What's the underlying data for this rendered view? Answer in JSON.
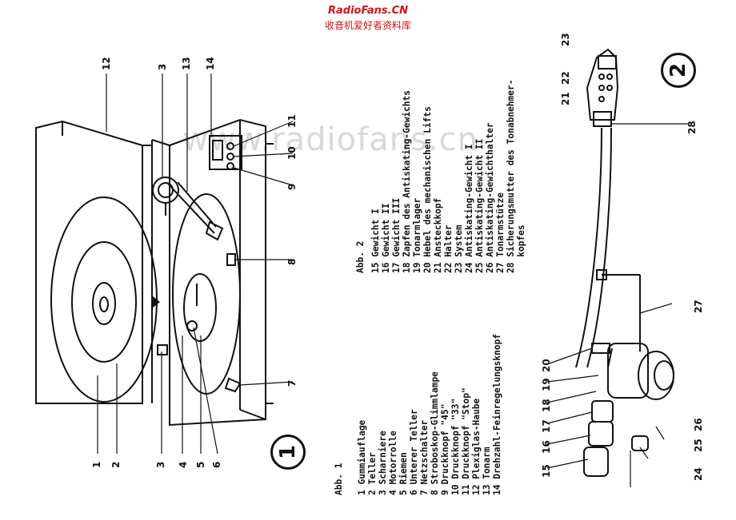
{
  "header": {
    "site": "RadioFans.CN",
    "subtitle": "收音机爱好者资料库"
  },
  "watermark": "www.radiofans.cn",
  "fig1": {
    "circle": "1",
    "legend_title": "Abb. 1",
    "legend": [
      "1 Gummiauflage",
      "2 Teller",
      "3 Scharniere",
      "4 Motorrolle",
      "5 Riemen",
      "6 Unterer Teller",
      "7 Netzschalter",
      "8 Stroboskop-Glimmlampe",
      "9 Druckknopf \"45\"",
      "10 Druckknopf \"33\"",
      "11 Druckknopf \"Stop\"",
      "12 Plexiglas-Haube",
      "13 Tonarm",
      "14 Drehzahl-Feinregelungsknopf"
    ],
    "callouts": [
      "1",
      "2",
      "3",
      "4",
      "5",
      "6",
      "7",
      "8",
      "9",
      "10",
      "11",
      "12",
      "3",
      "13",
      "14"
    ]
  },
  "fig2": {
    "circle": "2",
    "legend_title": "Abb. 2",
    "legend": [
      "15 Gewicht I",
      "16 Gewicht II",
      "17 Gewicht III",
      "18 Zapfen des Antiskating-Gewichts",
      "19 Tonarmlager",
      "20 Hebel des mechanischen Lifts",
      "21 Ansteckkopf",
      "22 Halter",
      "23 System",
      "24 Antiskating-Gewicht I",
      "25 Antiskating-Gewicht II",
      "26 Antiskating-Gewichthalter",
      "27 Tonarmstütze",
      "28 Sicherungsmutter des Tonabnehmer-",
      "   kopfes"
    ],
    "callouts": [
      "15",
      "16",
      "17",
      "18",
      "19",
      "20",
      "24",
      "25",
      "26",
      "27",
      "28",
      "21",
      "22",
      "23"
    ]
  }
}
